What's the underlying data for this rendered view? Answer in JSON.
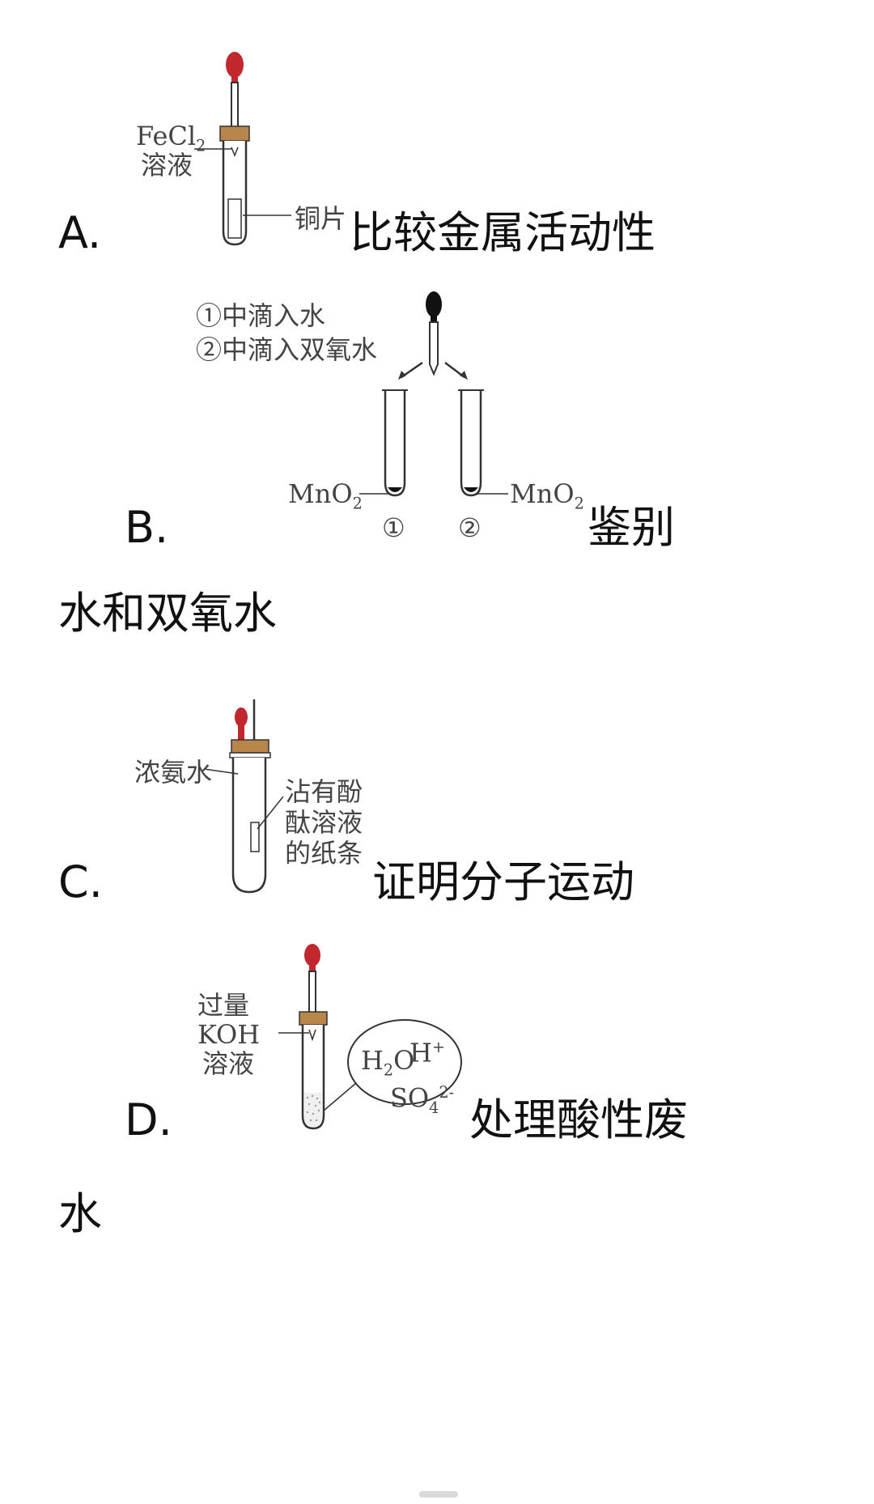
{
  "options": {
    "A": {
      "letter": "A.",
      "caption": "比较金属活动性",
      "labels": {
        "reagent_line1": "FeCl",
        "reagent_sub": "2",
        "reagent_line2": "溶液",
        "metal": "铜片"
      }
    },
    "B": {
      "letter": "B.",
      "caption_line1": "鉴别",
      "caption_line2": "水和双氧水",
      "labels": {
        "step1": "①中滴入水",
        "step2": "②中滴入双氧水",
        "left_reagent": "MnO",
        "left_reagent_sub": "2",
        "right_reagent": "MnO",
        "right_reagent_sub": "2",
        "tube1": "①",
        "tube2": "②"
      }
    },
    "C": {
      "letter": "C.",
      "caption": "证明分子运动",
      "labels": {
        "ammonia": "浓氨水",
        "paper_line1": "沾有酚",
        "paper_line2": "酞溶液",
        "paper_line3": "的纸条"
      }
    },
    "D": {
      "letter": "D.",
      "caption_line1": "处理酸性废",
      "caption_line2": "水",
      "labels": {
        "reagent_line1": "过量",
        "reagent_line2": "KOH",
        "reagent_line3": "溶液",
        "ion_water": "H",
        "ion_water_sub": "2",
        "ion_water_tail": "O",
        "ion_h": "H",
        "ion_h_sup": "+",
        "ion_so4": "SO",
        "ion_so4_sub": "4",
        "ion_so4_sup": "2-"
      }
    }
  }
}
